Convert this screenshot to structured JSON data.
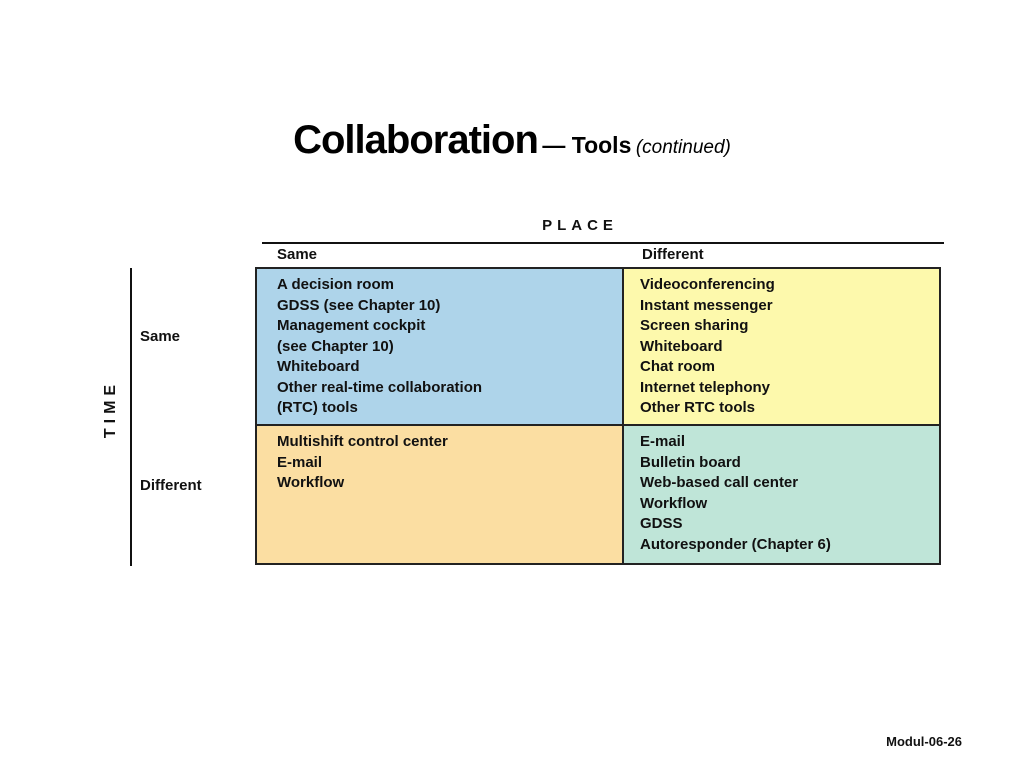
{
  "slide": {
    "title_main": "Collaboration",
    "title_sub": "— Tools",
    "title_cont": "(continued)",
    "footer": "Modul-06-26"
  },
  "matrix": {
    "place_label": "PLACE",
    "time_label": "TIME",
    "columns": [
      "Same",
      "Different"
    ],
    "rows": [
      "Same",
      "Different"
    ],
    "cells": {
      "same_same": [
        "A decision room",
        "GDSS (see Chapter 10)",
        "Management cockpit",
        "(see Chapter 10)",
        "Whiteboard",
        "Other real-time collaboration",
        "   (RTC) tools"
      ],
      "same_different": [
        "Videoconferencing",
        "Instant messenger",
        "Screen sharing",
        "Whiteboard",
        "Chat room",
        "Internet telephony",
        "Other RTC tools"
      ],
      "different_same": [
        "Multishift control center",
        "E-mail",
        "Workflow"
      ],
      "different_different": [
        "E-mail",
        "Bulletin board",
        "Web-based call center",
        "Workflow",
        "GDSS",
        "Autoresponder (Chapter 6)"
      ]
    }
  },
  "colors": {
    "same_same": "#aed4ea",
    "same_different": "#fdf9ac",
    "different_same": "#fbdea2",
    "different_different": "#bfe5d8"
  }
}
